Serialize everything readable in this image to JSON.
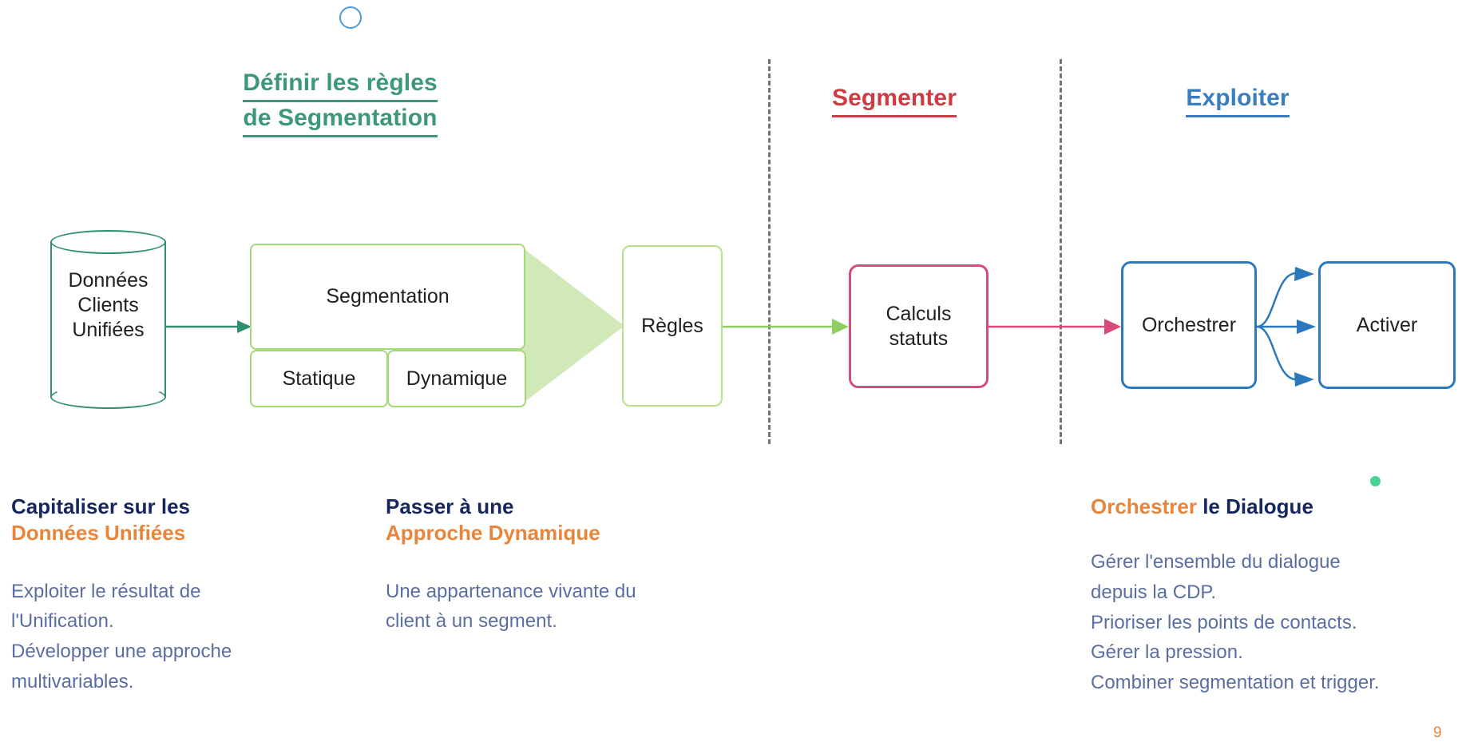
{
  "phases": [
    {
      "id": "define",
      "label": "Définir les règles\nde Segmentation",
      "line1": "Définir les règles",
      "line2": "de Segmentation",
      "color": "#3c9878"
    },
    {
      "id": "segment",
      "label": "Segmenter",
      "color": "#cf3b42"
    },
    {
      "id": "exploit",
      "label": "Exploiter",
      "color": "#3a7ec0"
    }
  ],
  "diagram": {
    "database": {
      "label": "Données\nClients\nUnifiées",
      "color": "#2f8f73"
    },
    "segmentation": {
      "title": "Segmentation",
      "static_label": "Statique",
      "dynamic_label": "Dynamique",
      "color": "#a3d977"
    },
    "rules": {
      "label": "Règles",
      "color": "#b5e08c"
    },
    "calculs": {
      "label": "Calculs\nstatuts",
      "color": "#d94a79"
    },
    "orchestrer": {
      "label": "Orchestrer",
      "color": "#2c78bd"
    },
    "activer": {
      "label": "Activer",
      "color": "#2c78bd"
    },
    "arrow_colors": {
      "db_to_segmentation": "#2f8f73",
      "rules_to_calculs": "#8ecf5f",
      "calculs_to_orchestrer": "#d94a79",
      "orchestrer_to_activer": "#2c78bd"
    },
    "divider_color": "#737373"
  },
  "columns": [
    {
      "id": "capitaliser",
      "heading_line1": "Capitaliser sur les",
      "heading_line1_color": "navy",
      "heading_line2": "Données Unifiées",
      "heading_line2_color": "orange",
      "body": [
        "Exploiter le résultat de",
        "l'Unification.",
        "Développer une approche",
        "multivariables."
      ]
    },
    {
      "id": "passer",
      "heading_line1": "Passer à une",
      "heading_line1_color": "navy",
      "heading_line2": "Approche Dynamique",
      "heading_line2_color": "orange",
      "body": [
        "Une appartenance vivante du",
        "client à un segment."
      ]
    },
    {
      "id": "orchestrer",
      "heading_line1": "Orchestrer",
      "heading_line1_color": "orange",
      "heading_line2": "le Dialogue",
      "heading_line2_color": "navy",
      "body": [
        "Gérer l'ensemble du dialogue",
        "depuis la CDP.",
        "Prioriser les points de contacts.",
        "Gérer la pression.",
        "Combiner segmentation et trigger."
      ]
    }
  ],
  "page_number": "9",
  "decorations": {
    "circle_color": "#4a9ede",
    "dot_color": "#4ad295"
  }
}
